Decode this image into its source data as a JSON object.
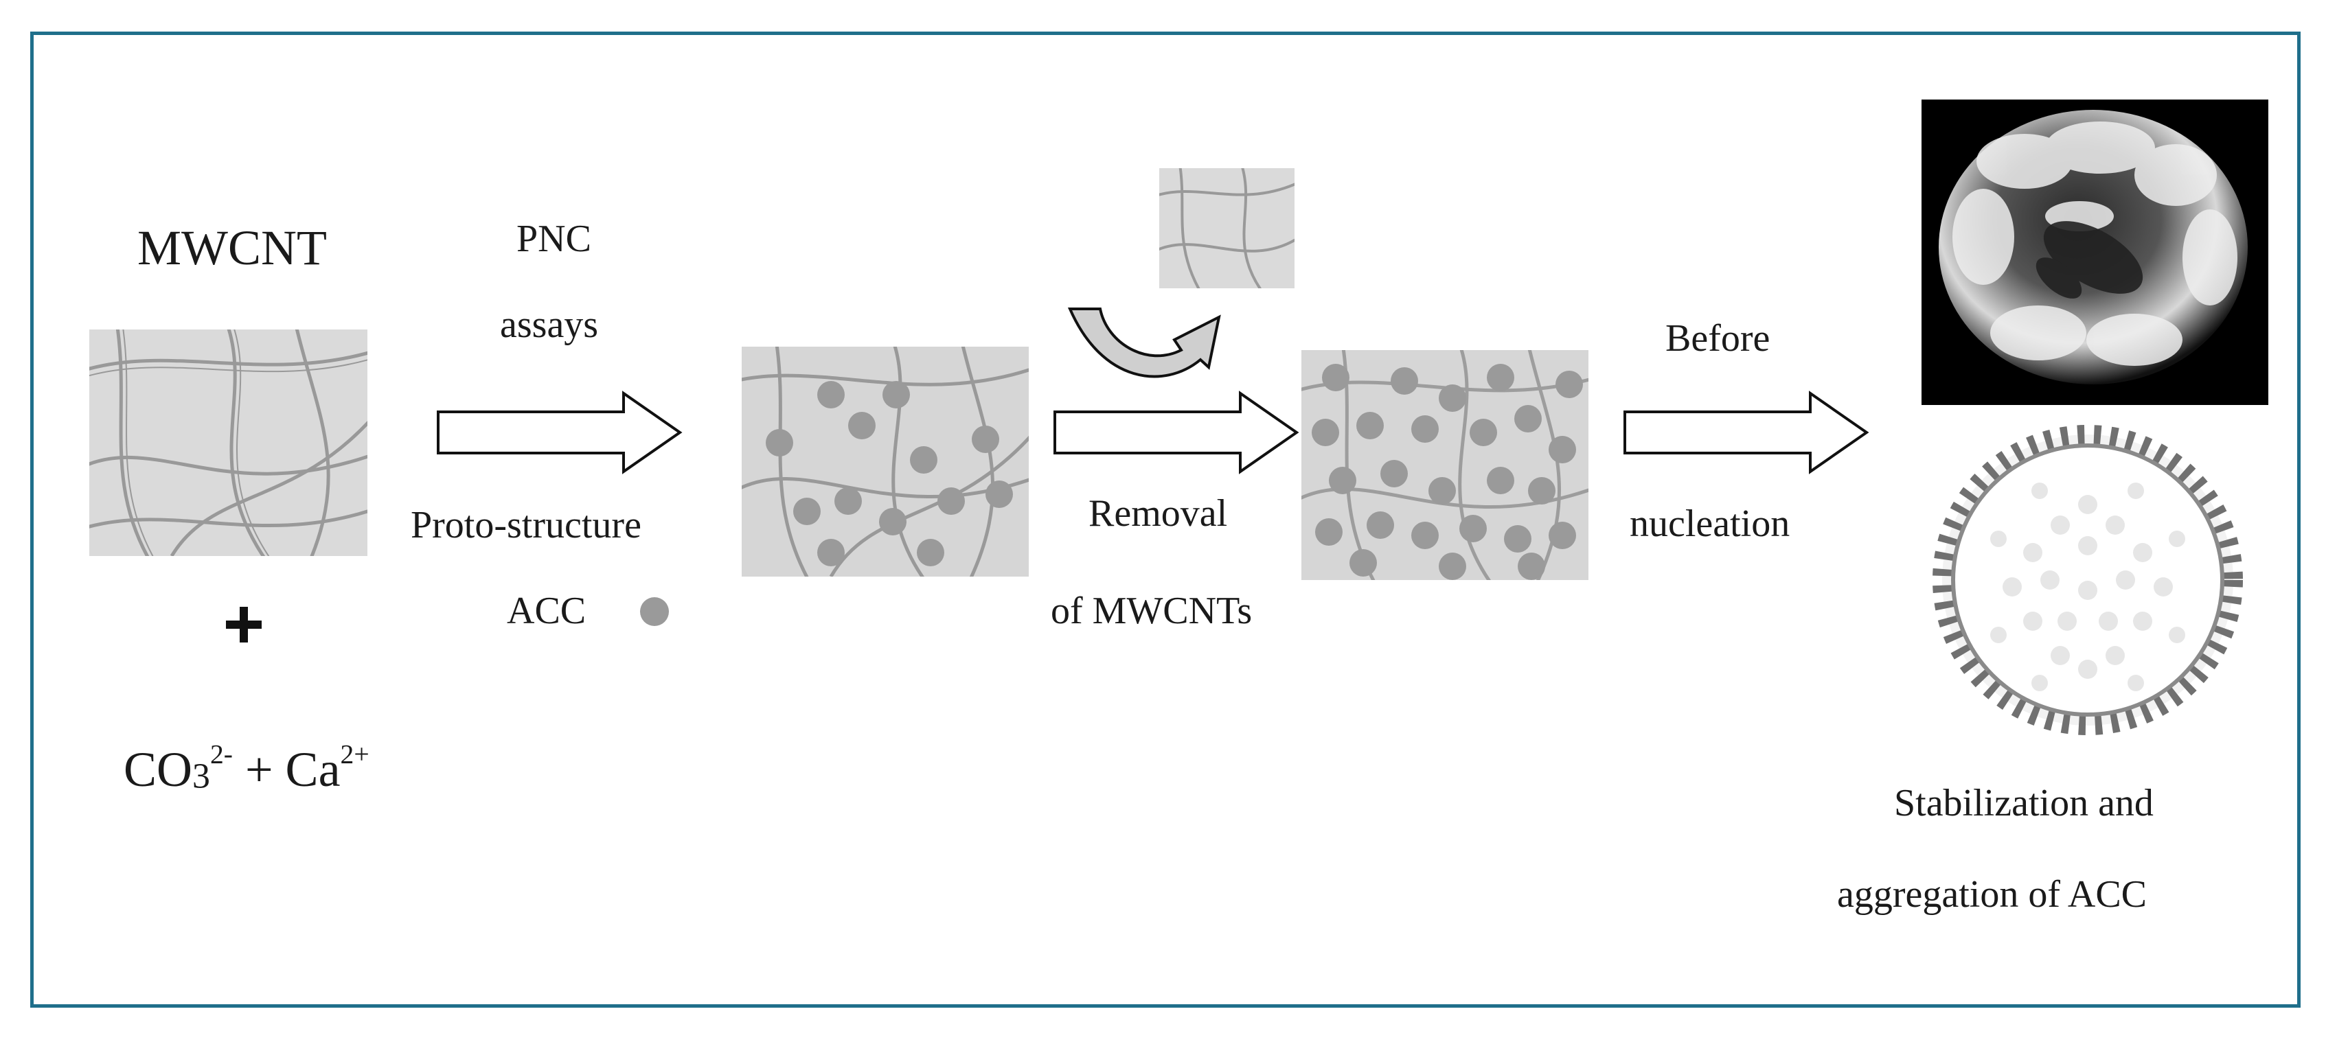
{
  "labels": {
    "mwcnt": "MWCNT",
    "plus": "+",
    "ions": {
      "co": "CO",
      "co_sub": "3",
      "co_sup": "2-",
      "ca": " + Ca",
      "ca_sup": "2+"
    },
    "pnc": "PNC",
    "assays": "assays",
    "proto_structure": "Proto-structure",
    "acc": "ACC",
    "removal": "Removal",
    "of_mwcnts": "of MWCNTs",
    "before": "Before",
    "nucleation": "nucleation",
    "stabilization": "Stabilization and",
    "aggregation": "aggregation of ACC"
  },
  "colors": {
    "frame": "#1f6f8b",
    "particle": "#9a9a9a",
    "tem_background": "#d8d8d8",
    "curved_arrow_fill": "#cfcfcf",
    "shell_dark": "#707070",
    "shell_light": "#e8e8e8"
  },
  "icons": {
    "plus": "plus-sign",
    "process_arrow": "hollow-right-arrow",
    "removal_arrow": "curved-up-arrow",
    "acc_marker": "grey-circle",
    "sem_image": "sem-micrograph-acc-aggregate",
    "schematic": "acc-aggregate-schematic"
  }
}
